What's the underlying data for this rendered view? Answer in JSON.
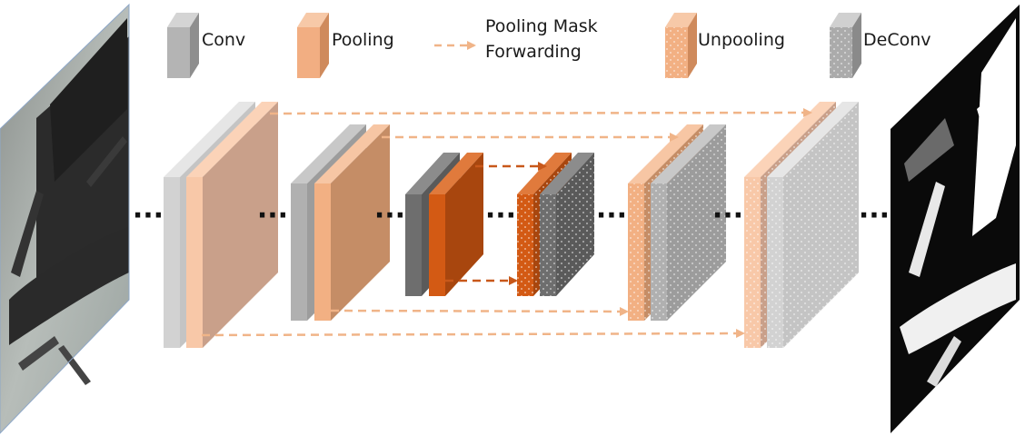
{
  "legend": {
    "conv": "Conv",
    "pooling": "Pooling",
    "mask_line1": "Pooling Mask",
    "mask_line2": "Forwarding",
    "unpooling": "Unpooling",
    "deconv": "DeConv"
  },
  "ellipsis": "···",
  "colors": {
    "conv": "#a8a8a8",
    "pooling": "#f2ae82",
    "mask_arrow": "#f0b488",
    "unpooling": "#f2b083",
    "deconv": "#ababab",
    "deep_pool": "#d35a14",
    "deep_conv": "#6e6e6e"
  }
}
